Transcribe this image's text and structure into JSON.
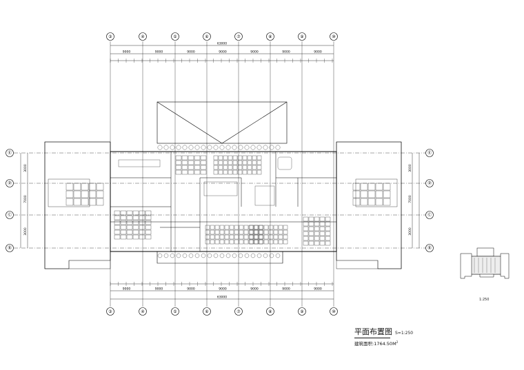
{
  "drawing": {
    "title": "平面布置图",
    "scale": "S=1:250",
    "area_label": "建筑面积:1764.50M",
    "area_superscript": "2",
    "key_plan_scale": "1:250"
  },
  "grid": {
    "vertical_axes": [
      "③",
      "④",
      "⑤",
      "⑥",
      "⑦",
      "⑧",
      "⑨",
      "⑩"
    ],
    "horizontal_axes": [
      "Ⓔ",
      "Ⓓ",
      "Ⓒ",
      "Ⓑ"
    ]
  },
  "dimensions": {
    "bay_widths": [
      "9000",
      "9000",
      "9000",
      "9000",
      "9000",
      "9000",
      "9000"
    ],
    "overall_width": "63000",
    "row_heights": [
      "3000",
      "7000",
      "3000"
    ]
  },
  "colors": {
    "line": "#000000",
    "hatch": "#555555"
  }
}
